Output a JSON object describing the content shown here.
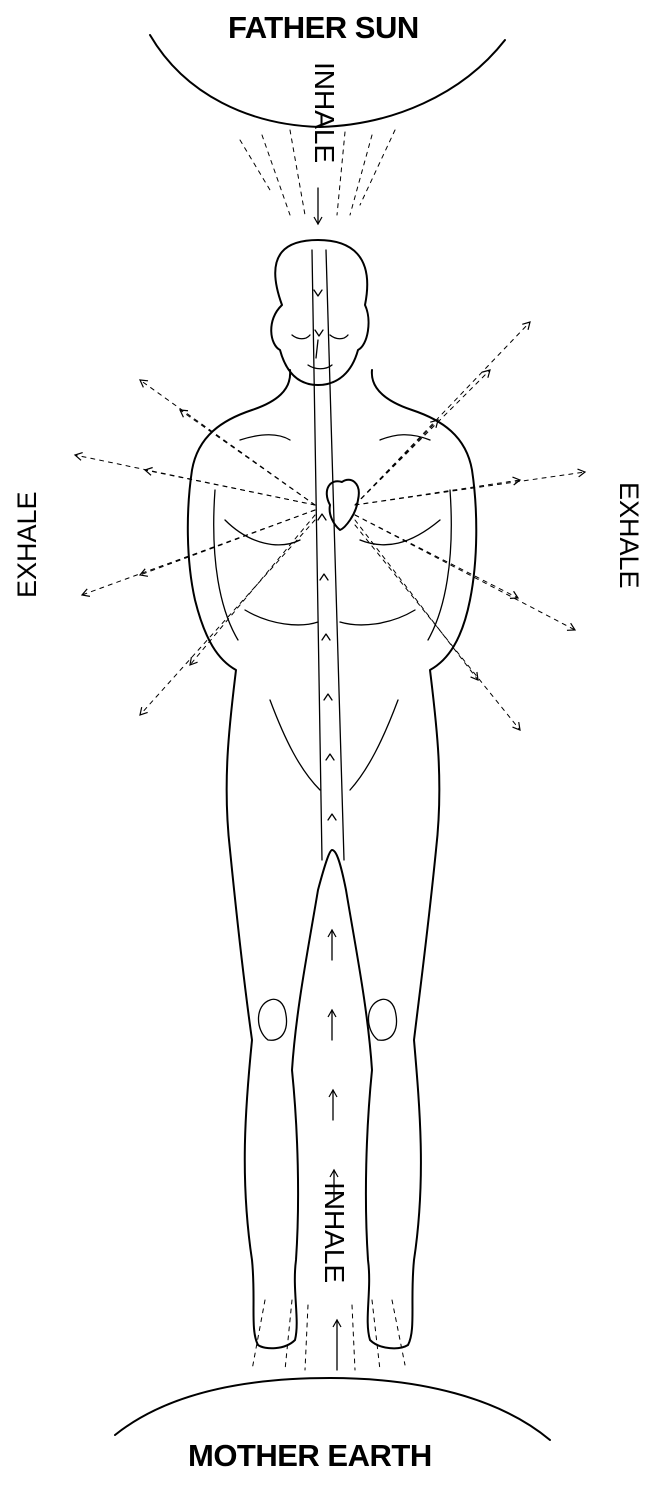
{
  "labels": {
    "top_title": "FATHER SUN",
    "bottom_title": "MOTHER EARTH",
    "inhale_top": "INHALE",
    "inhale_bottom": "INHALE",
    "exhale_left": "EXHALE",
    "exhale_right": "EXHALE"
  },
  "colors": {
    "ink": "#000000",
    "paper": "#ffffff"
  }
}
